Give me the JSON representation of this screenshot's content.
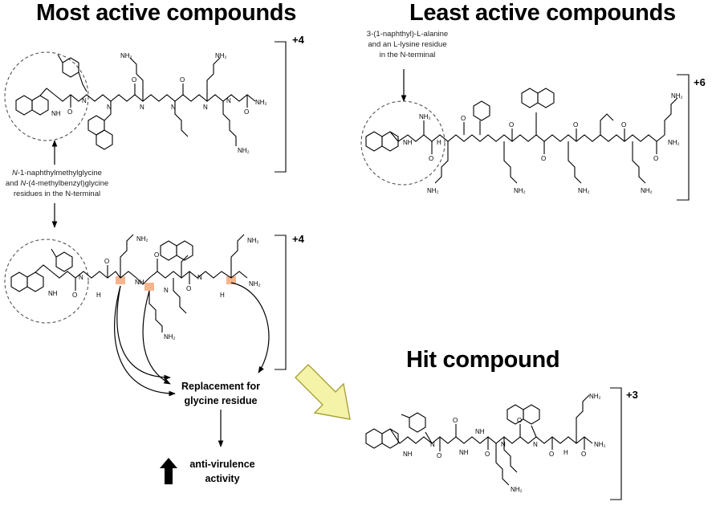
{
  "titles": {
    "most_active": "Most active compounds",
    "least_active": "Least active compounds",
    "hit": "Hit compound"
  },
  "charges": {
    "top_left": "+4",
    "middle_left": "+4",
    "top_right": "+6",
    "hit": "+3"
  },
  "notes": {
    "least_active_line1": "3-(1-naphthyl)-L-alanine",
    "least_active_line2": "and an L-lysine residue",
    "least_active_line3": "in the N-terminal",
    "most_active_line1_italic": "N",
    "most_active_line1_rest": "-1-naphthylmethylglycine",
    "most_active_line2_a": "and ",
    "most_active_line2_italic": "N",
    "most_active_line2_rest": "-(4-methylbenzyl)glycine",
    "most_active_line3": "residues in the N-terminal"
  },
  "labels": {
    "replacement_line1": "Replacement for",
    "replacement_line2": "glycine residue",
    "activity_line1": "anti-virulence",
    "activity_line2": "activity"
  },
  "atoms": {
    "nh": "NH",
    "n": "N",
    "nh2": "NH₂",
    "o": "O",
    "h": "H"
  },
  "colors": {
    "highlight": "#f6b48c",
    "big_arrow_fill": "#f5f3a8",
    "big_arrow_stroke": "#a9a23a"
  }
}
